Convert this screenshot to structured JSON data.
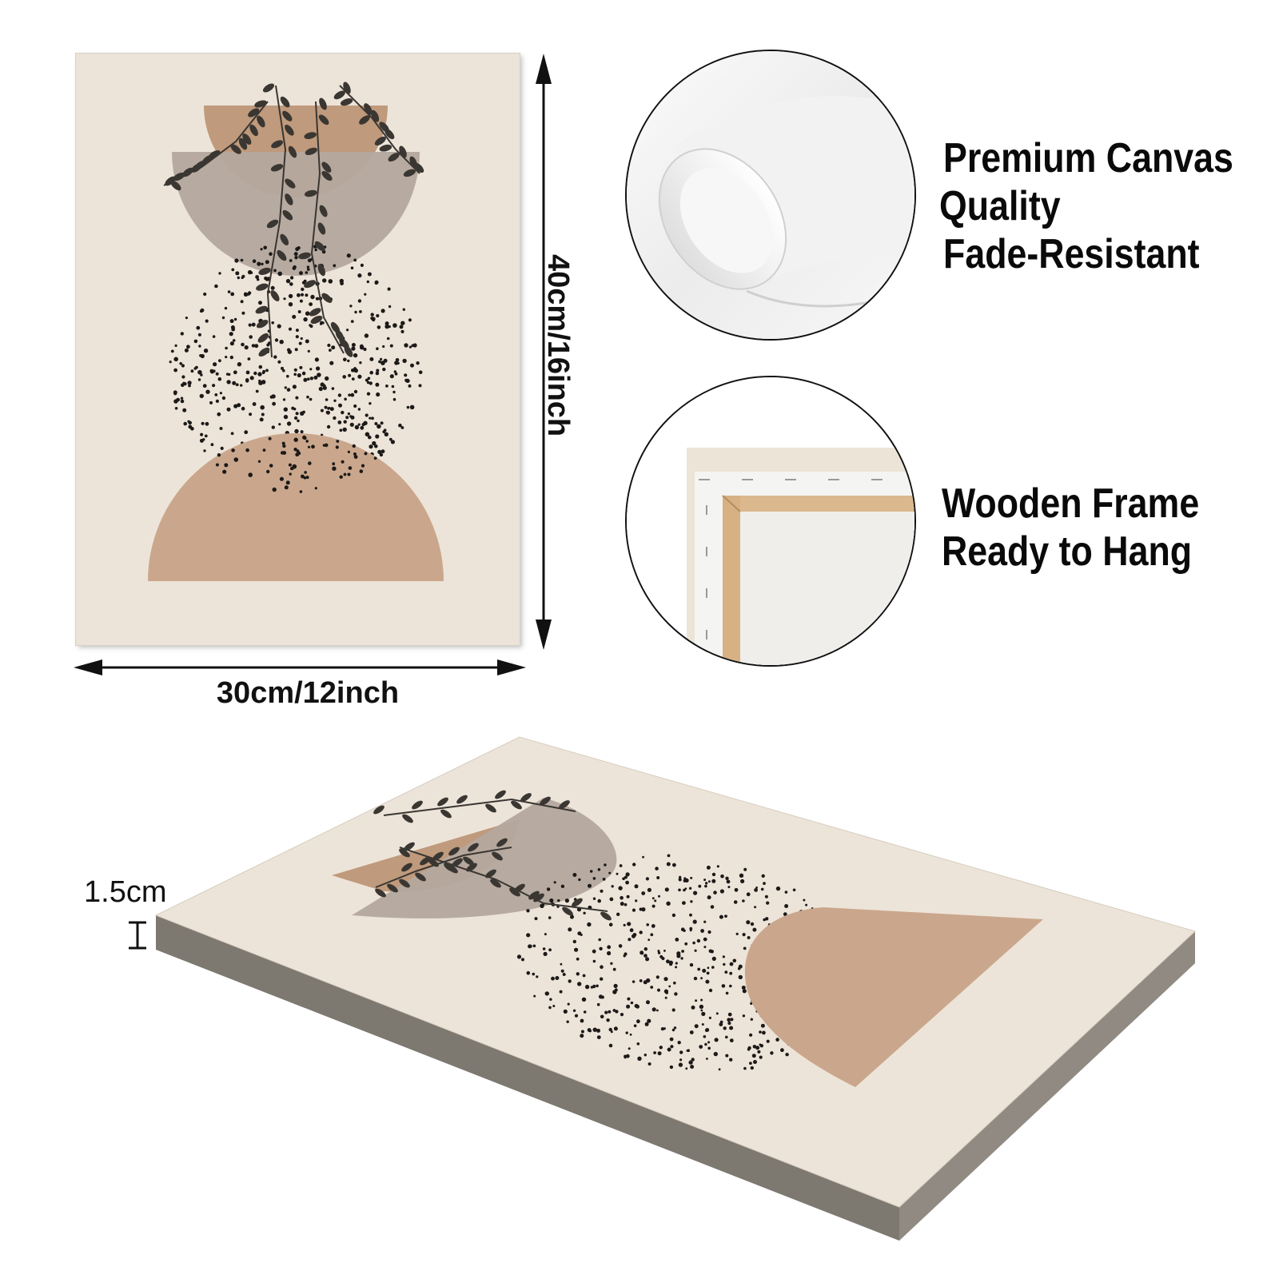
{
  "dimensions": {
    "width_label": "30cm/12inch",
    "height_label": "40cm/16inch",
    "depth_label": "1.5cm"
  },
  "features": {
    "canvas": {
      "line1": "Premium Canvas",
      "line2": "Quality",
      "line3": "Fade-Resistant"
    },
    "frame": {
      "line1": "Wooden Frame",
      "line2": "Ready to Hang"
    }
  },
  "colors": {
    "background": "#ede4d9",
    "terracotta": "#c9a58b",
    "taupe": "#b9aca2",
    "tan": "#bf9a7c",
    "leaf": "#3a3632",
    "dots": "#1c1a18",
    "edge": "#7c776f"
  }
}
